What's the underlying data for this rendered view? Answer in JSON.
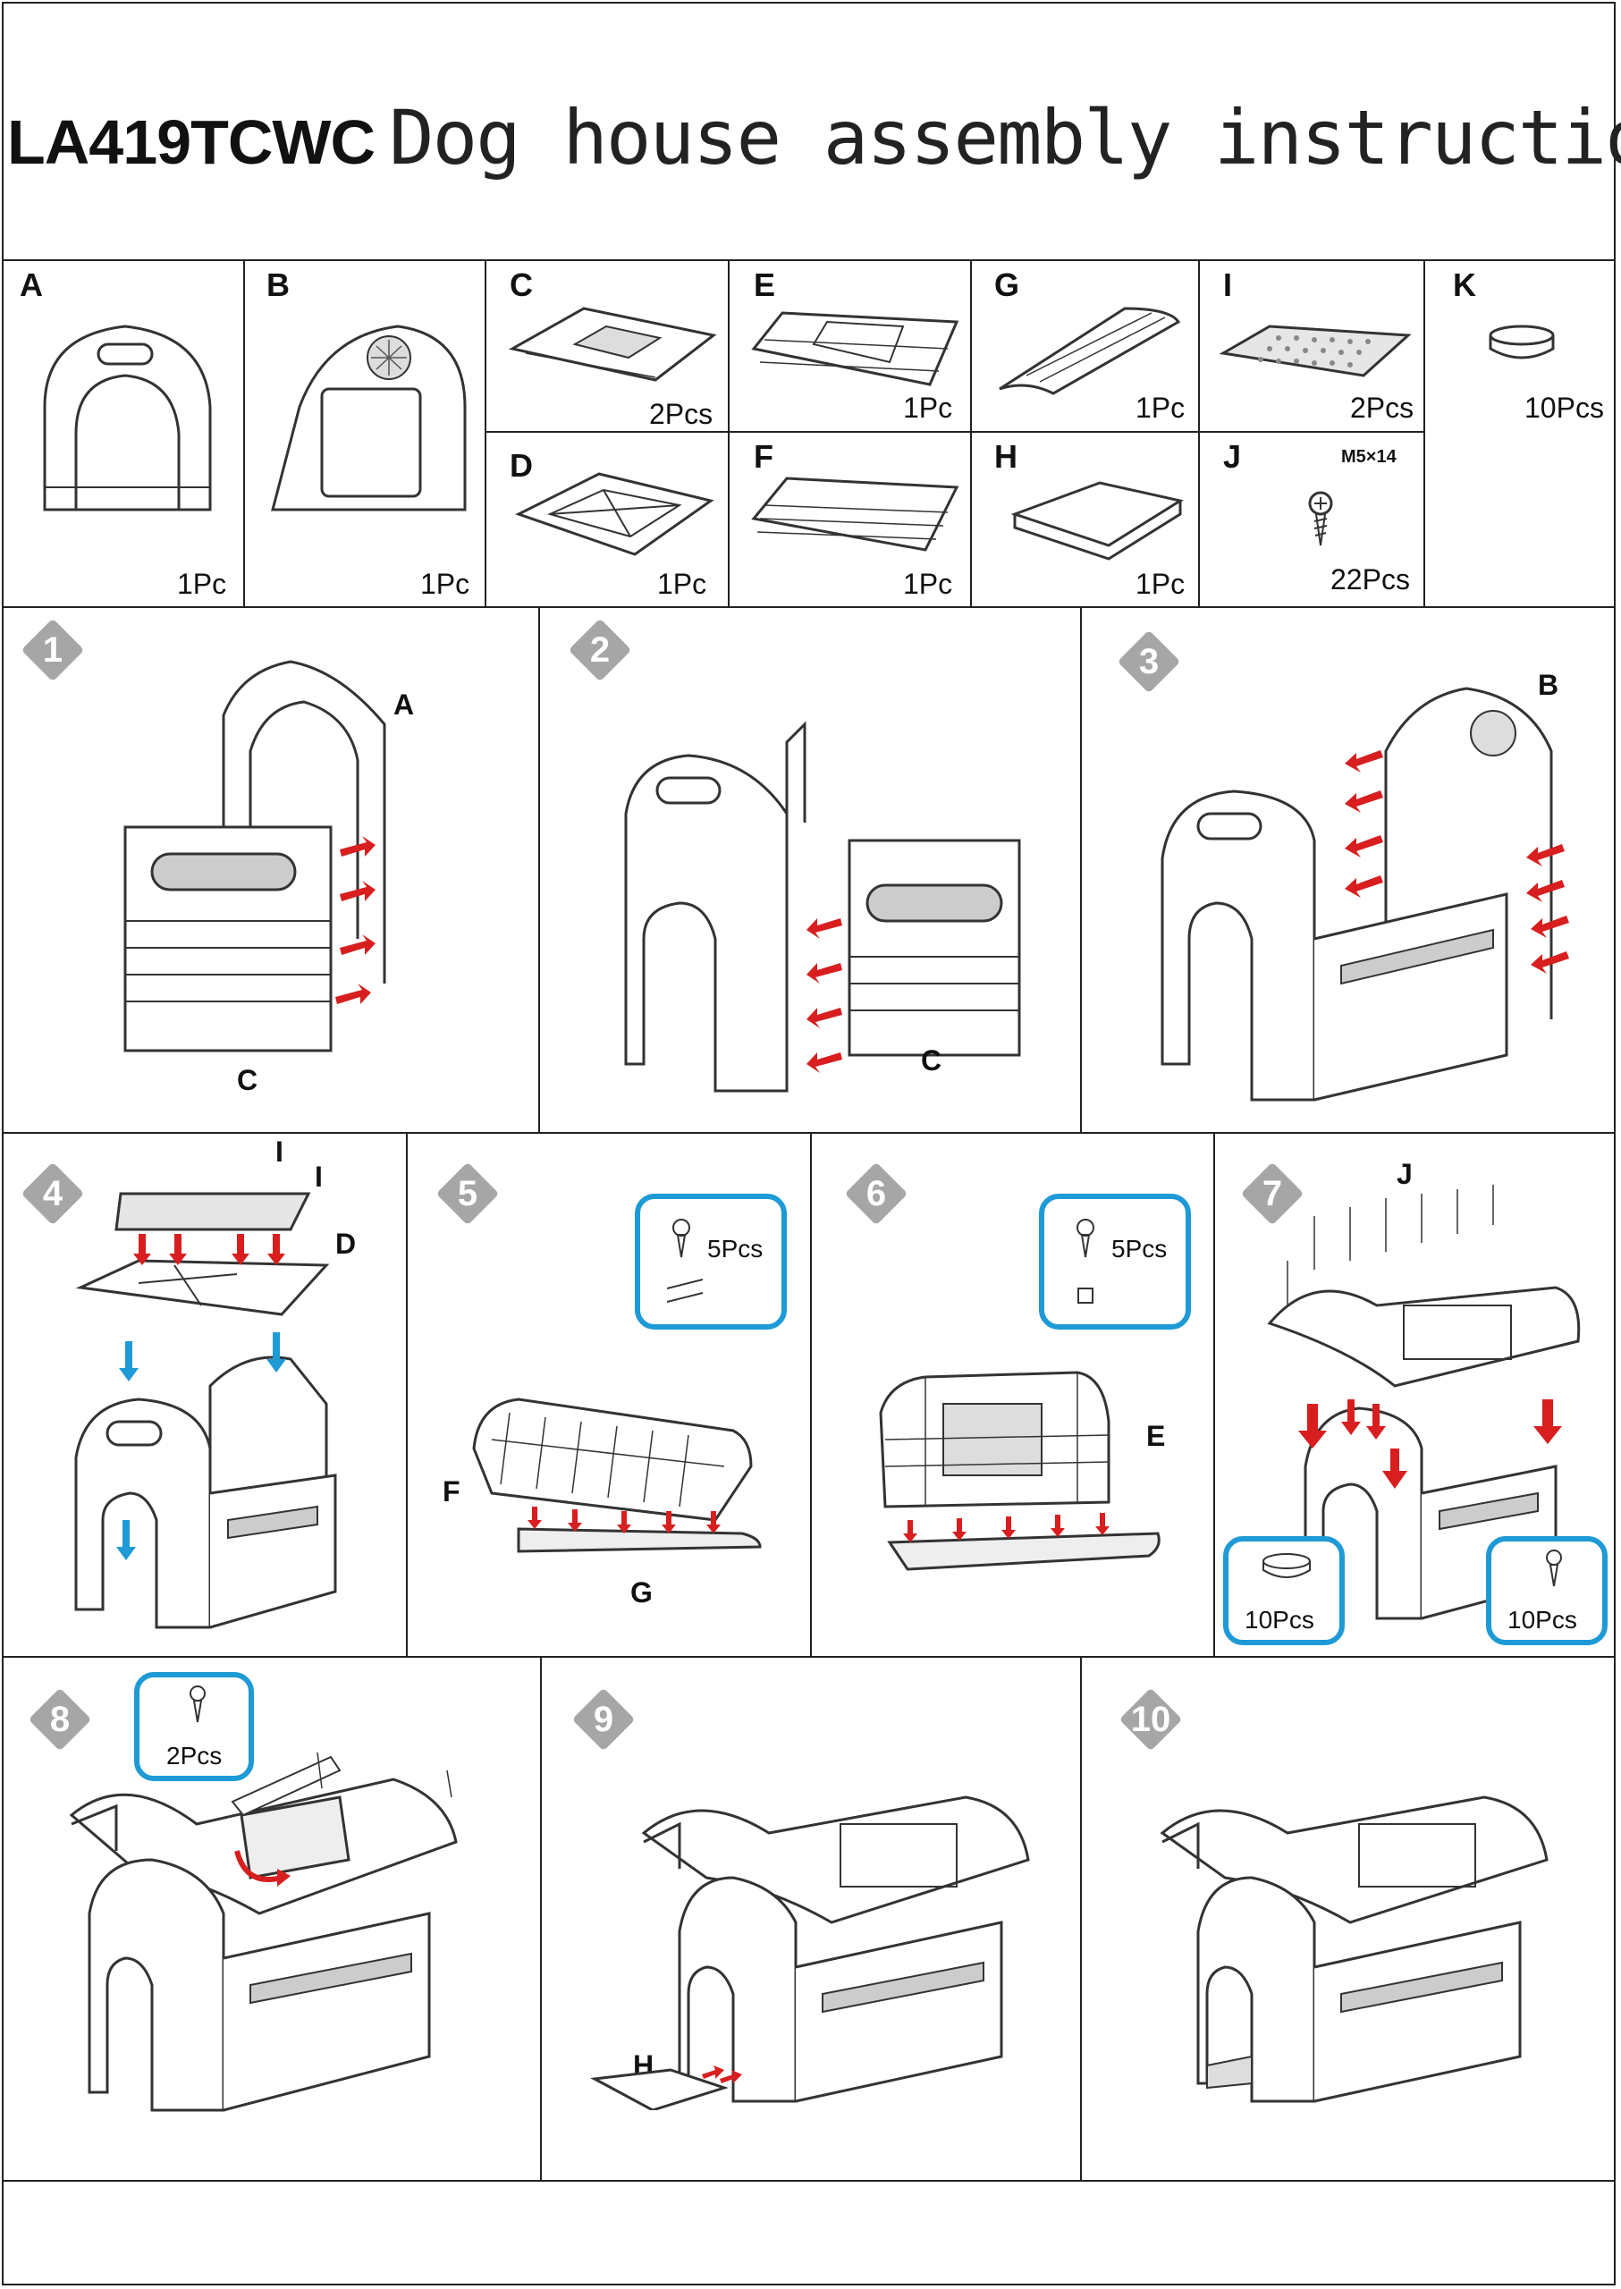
{
  "header": {
    "model_code": "LA419TCWC",
    "title": "Dog house assembly instruction"
  },
  "parts": [
    {
      "id": "A",
      "qty": "1Pc"
    },
    {
      "id": "B",
      "qty": "1Pc"
    },
    {
      "id": "C",
      "qty": "2Pcs"
    },
    {
      "id": "D",
      "qty": "1Pc"
    },
    {
      "id": "E",
      "qty": "1Pc"
    },
    {
      "id": "F",
      "qty": "1Pc"
    },
    {
      "id": "G",
      "qty": "1Pc"
    },
    {
      "id": "H",
      "qty": "1Pc"
    },
    {
      "id": "I",
      "qty": "2Pcs"
    },
    {
      "id": "J",
      "qty": "22Pcs",
      "spec": "M5×14"
    },
    {
      "id": "K",
      "qty": "10Pcs"
    }
  ],
  "steps": [
    {
      "number": "1",
      "labels": [
        "A",
        "C"
      ]
    },
    {
      "number": "2",
      "labels": [
        "C"
      ]
    },
    {
      "number": "3",
      "labels": [
        "B"
      ]
    },
    {
      "number": "4",
      "labels": [
        "I",
        "I",
        "D"
      ]
    },
    {
      "number": "5",
      "labels": [
        "F",
        "G"
      ],
      "callout": "5Pcs"
    },
    {
      "number": "6",
      "labels": [
        "E"
      ],
      "callout": "5Pcs"
    },
    {
      "number": "7",
      "labels": [
        "J"
      ],
      "callouts": [
        "10Pcs",
        "10Pcs"
      ]
    },
    {
      "number": "8",
      "labels": [],
      "callout": "2Pcs"
    },
    {
      "number": "9",
      "labels": [
        "H"
      ]
    },
    {
      "number": "10",
      "labels": []
    }
  ],
  "colors": {
    "arrow_red": "#d81e1e",
    "arrow_blue": "#1e9ad6",
    "badge_gray": "#a6a6a6",
    "callout_border": "#1e9ad6"
  }
}
